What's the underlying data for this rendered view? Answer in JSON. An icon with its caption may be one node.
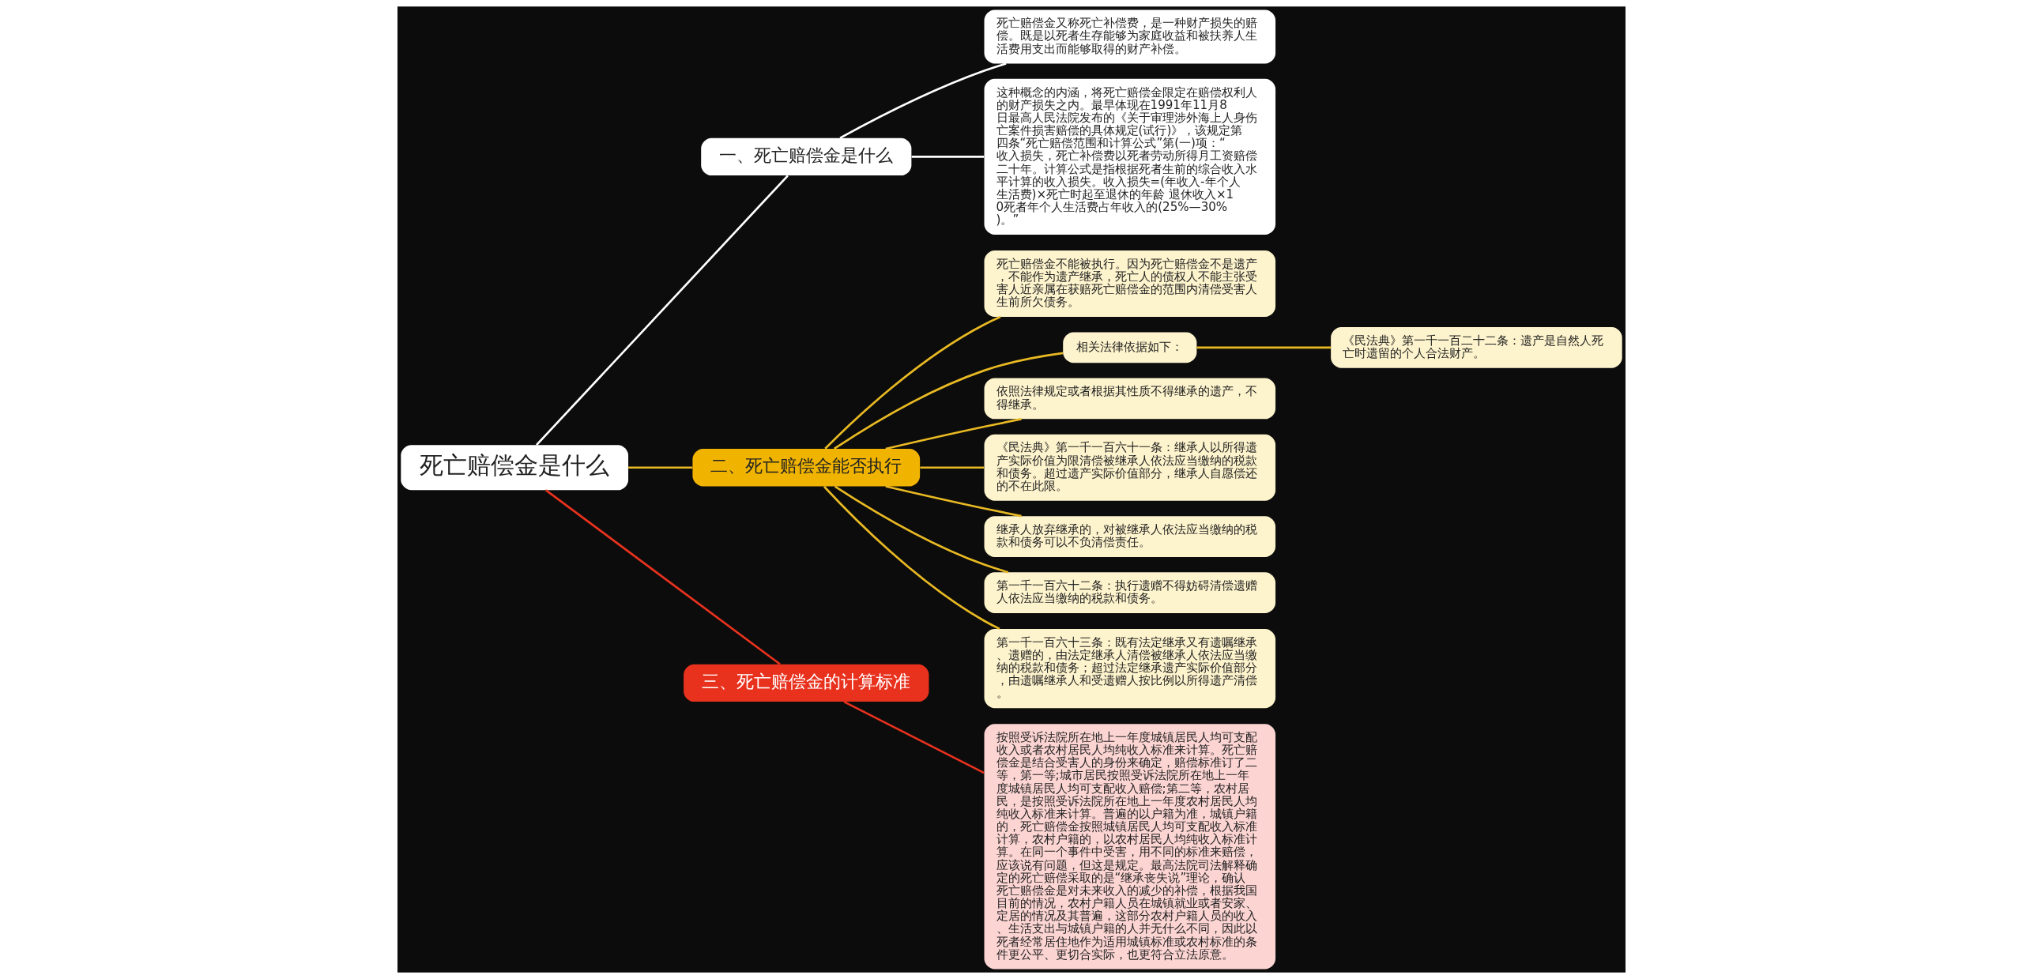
{
  "diagram": {
    "nodes": [
      {
        "text": [
          "死亡赔偿金是什么"
        ]
      },
      {
        "text": [
          "一、死亡赔偿金是什么"
        ]
      },
      {
        "text": [
          "死亡赔偿金又称死亡补偿费，是一种财产损失的赔偿。既是以死者生存能够为家庭收益和被扶养人生活费用支出而能够取得的财产补偿。"
        ]
      },
      {
        "text": [
          "这种概念的内涵，将死亡赔偿金限定在赔偿权利人的财产损失之内。最早体现在1991年11月8日最高人民法院发布的《关于审理涉外海上人身伤亡案件损害赔偿的具体规定(试行)》，该规定第四条“死亡赔偿范围和计算公式”第(一)项：“收入损失，死亡补偿费以死者劳动所得月工资赔偿二十年。计算公式是指根据死者生前的综合收入水平计算的收入损失。收入损失=(年收入-年个人生活费)×死亡时起至退休的年龄 退休收入×10死者年个人生活费占年收入的(25%—30%)。”"
        ]
      },
      {
        "text": [
          "二、死亡赔偿金能否执行"
        ]
      },
      {
        "text": [
          "死亡赔偿金不能被执行。因为死亡赔偿金不是遗产，不能作为遗产继承，死亡人的债权人不能主张受害人近亲属在获赔死亡赔偿金的范围内清偿受害人生前所欠债务。"
        ]
      },
      {
        "text": [
          "相关法律依据如下："
        ]
      },
      {
        "text": [
          "《民法典》第一千一百二十二条：遗产是自然人死亡时遗留的个人合法财产。"
        ]
      },
      {
        "text": [
          "依照法律规定或者根据其性质不得继承的遗产，不得继承。"
        ]
      },
      {
        "text": [
          "《民法典》第一千一百六十一条：继承人以所得遗产实际价值为限清偿被继承人依法应当缴纳的税款和债务。超过遗产实际价值部分，继承人自愿偿还的不在此限。"
        ]
      },
      {
        "text": [
          "继承人放弃继承的，对被继承人依法应当缴纳的税款和债务可以不负清偿责任。"
        ]
      },
      {
        "text": [
          "第一千一百六十二条：执行遗赠不得妨碍清偿遗赠人依法应当缴纳的税款和债务。"
        ]
      },
      {
        "text": [
          "第一千一百六十三条：既有法定继承又有遗嘱继承、遗赠的，由法定继承人清偿被继承人依法应当缴纳的税款和债务；超过法定继承遗产实际价值部分，由遗嘱继承人和受遗赠人按比例以所得遗产清偿。"
        ]
      },
      {
        "text": [
          "三、死亡赔偿金的计算标准"
        ]
      },
      {
        "text": [
          "按照受诉法院所在地上一年度城镇居民人均可支配收入或者农村居民人均纯收入标准来计算。死亡赔偿金是结合受害人的身份来确定，赔偿标准订了二等，第一等;城市居民按照受诉法院所在地上一年度城镇居民人均可支配收入赔偿;第二等，农村居民，是按照受诉法院所在地上一年度农村居民人均纯收入标准来计算。普遍的以户籍为准，城镇户籍的，死亡赔偿金按照城镇居民人均可支配收入标准计算，农村户籍的，以农村居民人均纯收入标准计算。在同一个事件中受害，用不同的标准来赔偿，应该说有问题，但这是规定。最高法院司法解释确定的死亡赔偿采取的是“继承丧失说”理论，确认死亡赔偿金是对未来收入的减少的补偿，根据我国目前的情况，农村户籍人员在城镇就业或者安家、定居的情况及其普遍，这部分农村户籍人员的收入、生活支出与城镇户籍的人并无什么不同，因此以死者经常居住地作为适用城镇标准或农村标准的条件更公平、更切合实际，也更符合立法原意。"
        ]
      }
    ],
    "edges": [
      {
        "from": 0,
        "to": 1,
        "arrow": "none",
        "color": "#ffffff"
      },
      {
        "from": 1,
        "to": 2,
        "arrow": "none",
        "color": "#ffffff"
      },
      {
        "from": 1,
        "to": 3,
        "arrow": "none",
        "color": "#ffffff"
      },
      {
        "from": 0,
        "to": 4,
        "arrow": "none"
      },
      {
        "from": 4,
        "to": 5,
        "arrow": "none"
      },
      {
        "from": 4,
        "to": 6,
        "arrow": "none"
      },
      {
        "from": 6,
        "to": 7,
        "arrow": "none"
      },
      {
        "from": 4,
        "to": 8,
        "arrow": "none"
      },
      {
        "from": 4,
        "to": 9,
        "arrow": "none"
      },
      {
        "from": 4,
        "to": 10,
        "arrow": "none"
      },
      {
        "from": 4,
        "to": 11,
        "arrow": "none"
      },
      {
        "from": 4,
        "to": 12,
        "arrow": "none"
      },
      {
        "from": 0,
        "to": 13,
        "arrow": "none",
        "color": "#e8321e"
      },
      {
        "from": 13,
        "to": 14,
        "arrow": "none",
        "color": "#e8321e"
      }
    ]
  }
}
